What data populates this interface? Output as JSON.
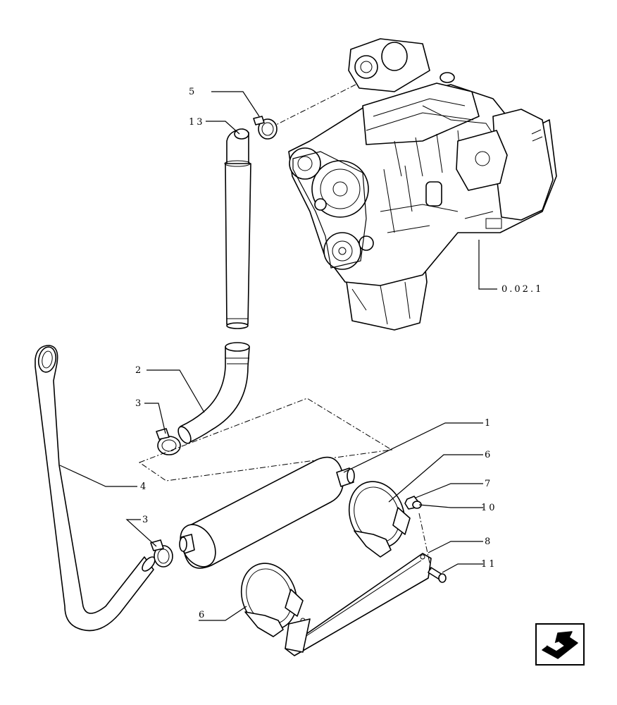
{
  "callouts": {
    "c1": "1",
    "c2": "2",
    "c3a": "3",
    "c3b": "3",
    "c4": "4",
    "c5": "5",
    "c6a": "6",
    "c6b": "6",
    "c7": "7",
    "c8": "8",
    "c10": "10",
    "c11": "11",
    "c13": "13",
    "ref": "0.02.1"
  },
  "nav_icon": "arrow-return-icon"
}
